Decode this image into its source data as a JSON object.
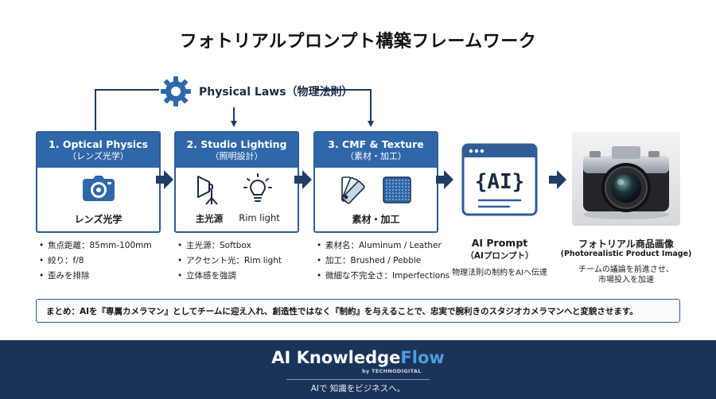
{
  "title": "フォトリアルプロンプト構築フレームワーク",
  "physical_laws": {
    "label": "Physical Laws（物理法則）",
    "icon": "gear-icon"
  },
  "cards": [
    {
      "title": "1. Optical Physics",
      "subtitle": "（レンズ光学）",
      "icon": "camera-icon",
      "label": "レンズ光学",
      "bullets": [
        "焦点距離：85mm-100mm",
        "絞り：f/8",
        "歪みを排除"
      ]
    },
    {
      "title": "2. Studio Lighting",
      "subtitle": "（照明設計）",
      "icons": [
        "softbox-icon",
        "lightbulb-icon"
      ],
      "labels": [
        "主光源",
        "Rim light"
      ],
      "bullets": [
        "主光源：Softbox",
        "アクセント光：Rim light",
        "立体感を強調"
      ]
    },
    {
      "title": "3. CMF & Texture",
      "subtitle": "（素材・加工）",
      "icons": [
        "swatch-fan-icon",
        "texture-swatch-icon"
      ],
      "label": "素材・加工",
      "bullets": [
        "素材名：Aluminum / Leather",
        "加工：Brushed / Pebble",
        "微細な不完全さ：Imperfections"
      ]
    }
  ],
  "ai_prompt": {
    "icon_text": "{AI}",
    "title": "AI Prompt",
    "subtitle": "（AIプロンプト）",
    "description": "物理法則の制約をAIへ伝達"
  },
  "product": {
    "title": "フォトリアル商品画像",
    "subtitle": "(Photorealistic Product Image)",
    "description": [
      "チームの議論を前進させ、",
      "市場投入を加速"
    ]
  },
  "summary": "まとめ：AIを『専属カメラマン』としてチームに迎え入れ、創造性ではなく『制約』を与えることで、忠実で腕利きのスタジオカメラマンへと変貌させます。",
  "footer": {
    "brand_main": "AI Knowledge",
    "brand_accent": "Flow",
    "byline": "by TECHNODIGITAL",
    "tagline": "AIで 知識をビジネスへ。"
  },
  "colors": {
    "primary": "#2f67a8",
    "dark": "#1a3459",
    "accent": "#4f9be0"
  }
}
